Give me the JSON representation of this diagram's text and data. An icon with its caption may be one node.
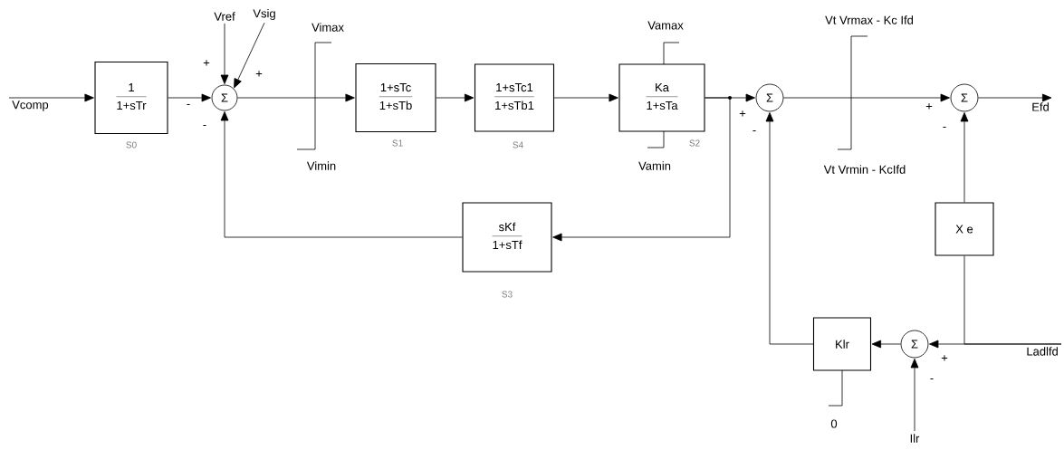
{
  "diagram": {
    "nodes": [
      {
        "text": [
          "Vcomp"
        ]
      },
      {
        "text": [
          "1",
          "1+sTr"
        ],
        "beside": [
          "S0"
        ]
      },
      {
        "text": [
          "Σ"
        ]
      },
      {
        "text": [
          "Vref"
        ]
      },
      {
        "text": [
          "Vsig"
        ]
      },
      {
        "text": [
          "1+sTc",
          "1+sTb"
        ],
        "beside": [
          "S1"
        ]
      },
      {
        "text": [
          "1+sTc1",
          "1+sTb1"
        ],
        "beside": [
          "S4"
        ]
      },
      {
        "text": [
          "Ka",
          "1+sTa"
        ],
        "beside": [
          "S2"
        ]
      },
      {
        "text": [
          "Σ"
        ]
      },
      {
        "text": [
          "Σ"
        ]
      },
      {
        "text": [
          "Efd"
        ]
      },
      {
        "text": [
          "sKf",
          "1+sTf"
        ],
        "beside": [
          "S3"
        ]
      },
      {
        "text": [
          "X e"
        ]
      },
      {
        "text": [
          "Klr"
        ]
      },
      {
        "text": [
          "Σ"
        ]
      },
      {
        "text": [
          "Ladlfd"
        ]
      },
      {
        "text": [
          "Ilr"
        ]
      }
    ],
    "edges": [
      {
        "from": 0,
        "to": 1,
        "arrow": "to"
      },
      {
        "from": 1,
        "to": 2,
        "arrow": "to"
      },
      {
        "from": 3,
        "to": 2,
        "arrow": "to"
      },
      {
        "from": 4,
        "to": 2,
        "arrow": "to"
      },
      {
        "from": 2,
        "to": 5,
        "arrow": "to"
      },
      {
        "from": 5,
        "to": 6,
        "arrow": "to"
      },
      {
        "from": 6,
        "to": 7,
        "arrow": "to"
      },
      {
        "from": 7,
        "to": 8,
        "arrow": "to"
      },
      {
        "from": 7,
        "to": 11,
        "arrow": "to"
      },
      {
        "from": 11,
        "to": 2,
        "arrow": "to"
      },
      {
        "from": 8,
        "to": 9,
        "arrow": "to"
      },
      {
        "from": 9,
        "to": 10,
        "arrow": "to"
      },
      {
        "from": 12,
        "to": 9,
        "arrow": "to"
      },
      {
        "from": 15,
        "to": 14,
        "arrow": "to"
      },
      {
        "from": 15,
        "to": 12,
        "arrow": "none"
      },
      {
        "from": 16,
        "to": 14,
        "arrow": "to"
      },
      {
        "from": 14,
        "to": 13,
        "arrow": "to"
      },
      {
        "from": 13,
        "to": 8,
        "arrow": "to"
      }
    ],
    "labels": [
      "Vimax",
      "+",
      "+",
      "-",
      "-",
      "Vimin",
      "Vamax",
      "Vamin",
      "Vt Vrmax - Kc Ifd",
      "+",
      "-",
      "+",
      "-",
      "Vt Vrmin - KcIfd",
      "+",
      "-",
      "0"
    ]
  }
}
